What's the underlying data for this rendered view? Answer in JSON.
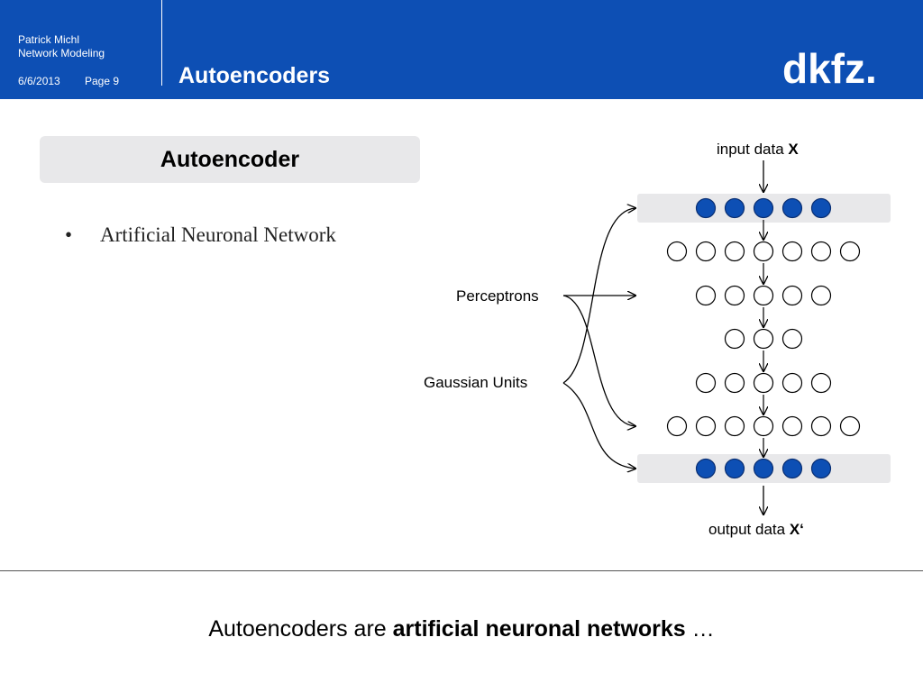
{
  "header": {
    "author": "Patrick Michl",
    "subject": "Network Modeling",
    "date": "6/6/2013",
    "page": "Page 9",
    "title": "Autoencoders",
    "logo_text": "dkfz."
  },
  "colors": {
    "header_bg": "#0d4fb4",
    "node_fill": "#0d4fb4",
    "band_bg": "#e8e8ea"
  },
  "content": {
    "box_title": "Autoencoder",
    "bullet_text": "Artificial Neuronal Network"
  },
  "diagram": {
    "input_label": "input data",
    "input_symbol": "X",
    "output_label": "output data",
    "output_symbol": "X‘",
    "label_perceptrons": "Perceptrons",
    "label_gaussian": "Gaussian Units",
    "layers": [
      {
        "nodes": 5,
        "filled": true,
        "band": true
      },
      {
        "nodes": 7,
        "filled": false,
        "band": false
      },
      {
        "nodes": 5,
        "filled": false,
        "band": false
      },
      {
        "nodes": 3,
        "filled": false,
        "band": false
      },
      {
        "nodes": 5,
        "filled": false,
        "band": false
      },
      {
        "nodes": 7,
        "filled": false,
        "band": false
      },
      {
        "nodes": 5,
        "filled": true,
        "band": true
      }
    ]
  },
  "footer": {
    "text_plain": "Autoencoders are ",
    "text_bold": "artificial neuronal networks",
    "text_end": " …"
  }
}
